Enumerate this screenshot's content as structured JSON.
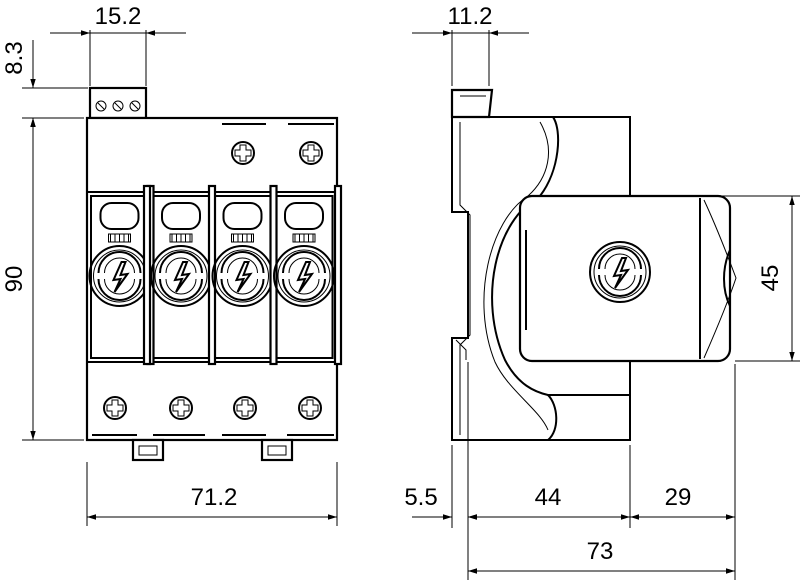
{
  "dimensions": {
    "front_terminal_width": "15.2",
    "front_terminal_height": "8.3",
    "front_height": "90",
    "front_width": "71.2",
    "side_clip_width": "11.2",
    "side_module_height": "45",
    "side_offset": "5.5",
    "side_rail_depth": "44",
    "side_module_depth": "29",
    "side_total_depth": "73"
  },
  "module_count": 4,
  "colors": {
    "line": "#000000",
    "background": "#ffffff"
  },
  "icons": [
    "lightning-bolt-icon",
    "screw-terminal-icon"
  ]
}
